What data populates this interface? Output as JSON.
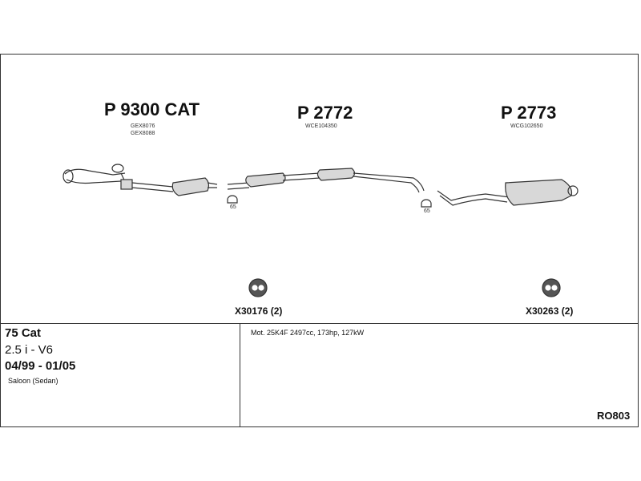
{
  "parts": [
    {
      "title": "P 9300 CAT",
      "codes": [
        "GEX8076",
        "GEX8088"
      ]
    },
    {
      "title": "P 2772",
      "codes": [
        "WCE104350"
      ]
    },
    {
      "title": "P 2773",
      "codes": [
        "WCG102650"
      ]
    }
  ],
  "clips": [
    "65",
    "65"
  ],
  "hangers": [
    {
      "label": "X30176 (2)"
    },
    {
      "label": "X30263 (2)"
    }
  ],
  "vehicle": {
    "model": "75 Cat",
    "engine": "2.5 i - V6",
    "dates": "04/99 - 01/05",
    "body": "Saloon (Sedan)"
  },
  "motor_spec": "Mot. 25K4F 2497cc, 173hp, 127kW",
  "diagram_code": "RO803",
  "colors": {
    "line": "#333333",
    "part_fill": "#d8d8d8"
  }
}
